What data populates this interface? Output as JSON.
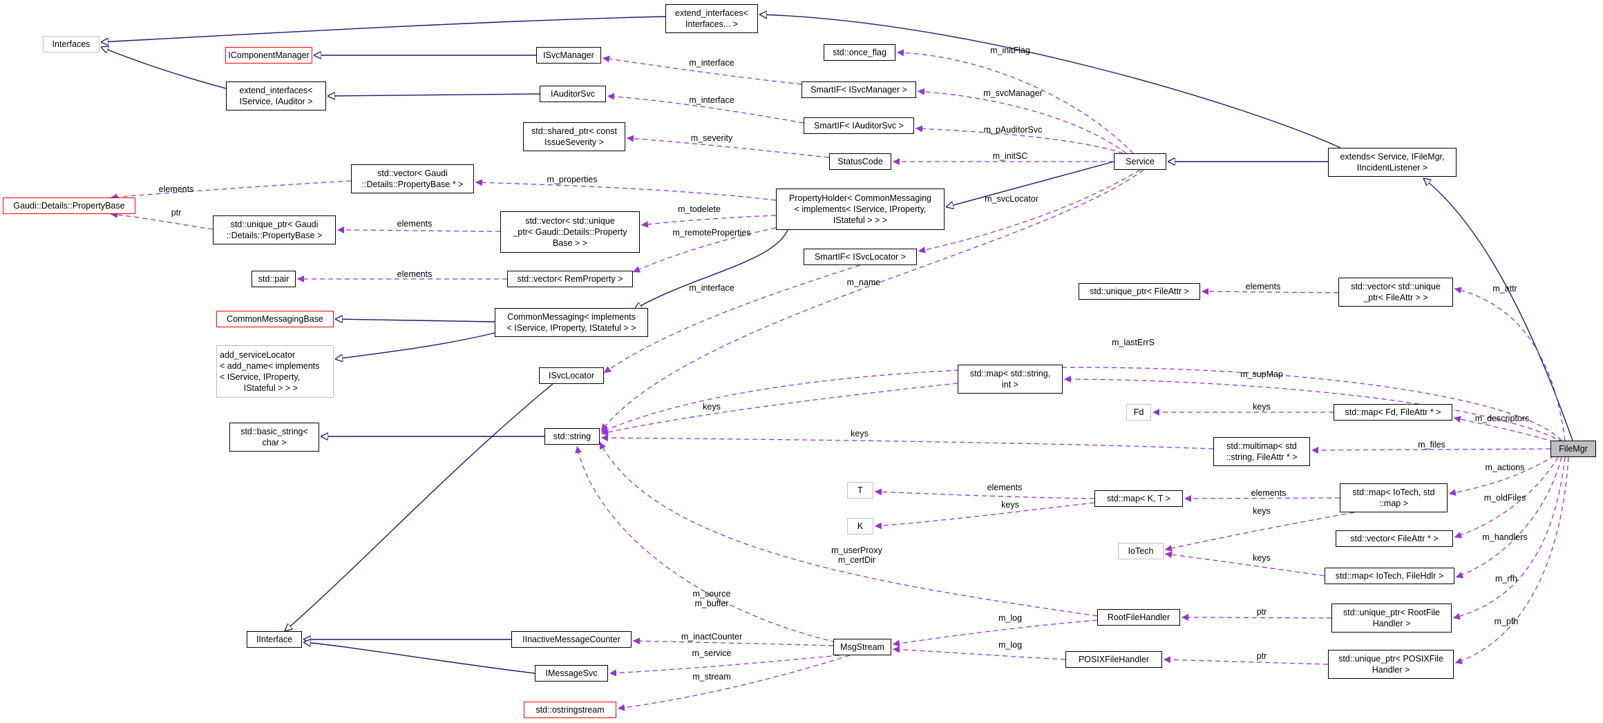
{
  "colors": {
    "inheritance": "#191970",
    "usage": "#9a32cd",
    "node_border": "#000000",
    "external_border": "#bfbfbf",
    "undocumented_border": "#ff0000",
    "selected_fill": "#bfbfbf"
  },
  "nodes": [
    {
      "id": "ext_interfaces",
      "label": "extend_interfaces<\nInterfaces... >"
    },
    {
      "id": "interfaces",
      "label": "Interfaces"
    },
    {
      "id": "icomponentmanager",
      "label": "IComponentManager"
    },
    {
      "id": "isvcmanager",
      "label": "ISvcManager"
    },
    {
      "id": "ext_iservice_iauditor",
      "label": "extend_interfaces<\nIService, IAuditor >"
    },
    {
      "id": "iauditorsvc",
      "label": "IAuditorSvc"
    },
    {
      "id": "once_flag",
      "label": "std::once_flag"
    },
    {
      "id": "smartif_isvcmanager",
      "label": "SmartIF< ISvcManager >"
    },
    {
      "id": "smartif_iauditorsvc",
      "label": "SmartIF< IAuditorSvc >"
    },
    {
      "id": "shared_ptr_issueseverity",
      "label": "std::shared_ptr< const\nIssueSeverity >"
    },
    {
      "id": "statuscode",
      "label": "StatusCode"
    },
    {
      "id": "service",
      "label": "Service"
    },
    {
      "id": "extends_service",
      "label": "extends< Service, IFileMgr,\nIIncidentListener >"
    },
    {
      "id": "vector_propertybase",
      "label": "std::vector< Gaudi\n::Details::PropertyBase * >"
    },
    {
      "id": "propertybase",
      "label": "Gaudi::Details::PropertyBase"
    },
    {
      "id": "propertyholder",
      "label": "PropertyHolder< CommonMessaging\n< implements< IService, IProperty,\nIStateful > > >"
    },
    {
      "id": "unique_ptr_propertybase",
      "label": "std::unique_ptr< Gaudi\n::Details::PropertyBase >"
    },
    {
      "id": "vector_unique_ptr_propertybase",
      "label": "std::vector< std::unique\n_ptr< Gaudi::Details::Property\nBase > >"
    },
    {
      "id": "smartif_isvclocator",
      "label": "SmartIF< ISvcLocator >"
    },
    {
      "id": "std_pair",
      "label": "std::pair"
    },
    {
      "id": "vector_remproperty",
      "label": "std::vector< RemProperty >"
    },
    {
      "id": "unique_ptr_fileattr",
      "label": "std::unique_ptr< FileAttr >"
    },
    {
      "id": "vector_unique_ptr_fileattr",
      "label": "std::vector< std::unique\n_ptr< FileAttr > >"
    },
    {
      "id": "commonmessagingbase",
      "label": "CommonMessagingBase"
    },
    {
      "id": "commonmessaging",
      "label": "CommonMessaging< implements\n< IService, IProperty, IStateful > >"
    },
    {
      "id": "add_servicelocator",
      "label": "add_serviceLocator\n< add_name< implements\n< IService, IProperty,\n          IStateful > > >"
    },
    {
      "id": "isvclocator",
      "label": "ISvcLocator"
    },
    {
      "id": "map_string_int",
      "label": "std::map< std::string,\nint >"
    },
    {
      "id": "fd",
      "label": "Fd"
    },
    {
      "id": "map_fd_fileattr",
      "label": "std::map< Fd, FileAttr * >"
    },
    {
      "id": "basic_string",
      "label": "std::basic_string<\nchar >"
    },
    {
      "id": "std_string",
      "label": "std::string"
    },
    {
      "id": "multimap_string_fileattr",
      "label": "std::multimap< std\n::string, FileAttr * >"
    },
    {
      "id": "filemgr",
      "label": "FileMgr"
    },
    {
      "id": "t",
      "label": "T"
    },
    {
      "id": "map_k_t",
      "label": "std::map< K, T >"
    },
    {
      "id": "map_iotech_map",
      "label": "std::map< IoTech, std\n::map >"
    },
    {
      "id": "k",
      "label": "K"
    },
    {
      "id": "vector_fileattr_ptr",
      "label": "std::vector< FileAttr * >"
    },
    {
      "id": "iotech",
      "label": "IoTech"
    },
    {
      "id": "map_iotech_filehdlr",
      "label": "std::map< IoTech, FileHdlr >"
    },
    {
      "id": "rootfilehandler",
      "label": "RootFileHandler"
    },
    {
      "id": "unique_ptr_rootfilehandler",
      "label": "std::unique_ptr< RootFile\nHandler >"
    },
    {
      "id": "iinterface",
      "label": "IInterface"
    },
    {
      "id": "iinactivemessagecounter",
      "label": "IInactiveMessageCounter"
    },
    {
      "id": "msgstream",
      "label": "MsgStream"
    },
    {
      "id": "posixfilehandler",
      "label": "POSIXFileHandler"
    },
    {
      "id": "unique_ptr_posixfilehandler",
      "label": "std::unique_ptr< POSIXFile\nHandler >"
    },
    {
      "id": "imessagesvc",
      "label": "IMessageSvc"
    },
    {
      "id": "ostringstream",
      "label": "std::ostringstream"
    }
  ],
  "edge_labels": [
    {
      "id": "m_initflag",
      "text": "m_initFlag"
    },
    {
      "id": "m_interface_1",
      "text": "m_interface"
    },
    {
      "id": "m_svcmanager",
      "text": "m_svcManager"
    },
    {
      "id": "m_interface_2",
      "text": "m_interface"
    },
    {
      "id": "m_pauditorsvc",
      "text": "m_pAuditorSvc"
    },
    {
      "id": "m_severity",
      "text": "m_severity"
    },
    {
      "id": "m_initsc",
      "text": "m_initSC"
    },
    {
      "id": "elements_1",
      "text": "elements"
    },
    {
      "id": "m_properties",
      "text": "m_properties"
    },
    {
      "id": "ptr_1",
      "text": "ptr"
    },
    {
      "id": "elements_2",
      "text": "elements"
    },
    {
      "id": "m_todelete",
      "text": "m_todelete"
    },
    {
      "id": "m_svclocator",
      "text": "m_svcLocator"
    },
    {
      "id": "m_remoteproperties",
      "text": "m_remoteProperties"
    },
    {
      "id": "elements_3",
      "text": "elements"
    },
    {
      "id": "m_interface_3",
      "text": "m_interface"
    },
    {
      "id": "m_name",
      "text": "m_name"
    },
    {
      "id": "elements_4",
      "text": "elements"
    },
    {
      "id": "m_attr",
      "text": "m_attr"
    },
    {
      "id": "m_lasterrs",
      "text": "m_lastErrS"
    },
    {
      "id": "m_supmap",
      "text": "m_supMap"
    },
    {
      "id": "keys_1",
      "text": "keys"
    },
    {
      "id": "keys_2",
      "text": "keys"
    },
    {
      "id": "m_descriptors",
      "text": "m_descriptors"
    },
    {
      "id": "keys_3",
      "text": "keys"
    },
    {
      "id": "m_files",
      "text": "m_files"
    },
    {
      "id": "m_actions",
      "text": "m_actions"
    },
    {
      "id": "elements_5",
      "text": "elements"
    },
    {
      "id": "elements_6",
      "text": "elements"
    },
    {
      "id": "keys_4",
      "text": "keys"
    },
    {
      "id": "keys_5",
      "text": "keys"
    },
    {
      "id": "m_oldfiles",
      "text": "m_oldFiles"
    },
    {
      "id": "m_handlers",
      "text": "m_handlers"
    },
    {
      "id": "keys_6",
      "text": "keys"
    },
    {
      "id": "m_userproxy",
      "text": "m_userProxy\nm_certDir"
    },
    {
      "id": "m_rfh",
      "text": "m_rfh"
    },
    {
      "id": "m_source",
      "text": "m_source\nm_buffer"
    },
    {
      "id": "m_log_1",
      "text": "m_log"
    },
    {
      "id": "ptr_2",
      "text": "ptr"
    },
    {
      "id": "m_inactcounter",
      "text": "m_inactCounter"
    },
    {
      "id": "m_service",
      "text": "m_service"
    },
    {
      "id": "m_log_2",
      "text": "m_log"
    },
    {
      "id": "ptr_3",
      "text": "ptr"
    },
    {
      "id": "m_pfh",
      "text": "m_pfh"
    },
    {
      "id": "m_stream",
      "text": "m_stream"
    }
  ]
}
